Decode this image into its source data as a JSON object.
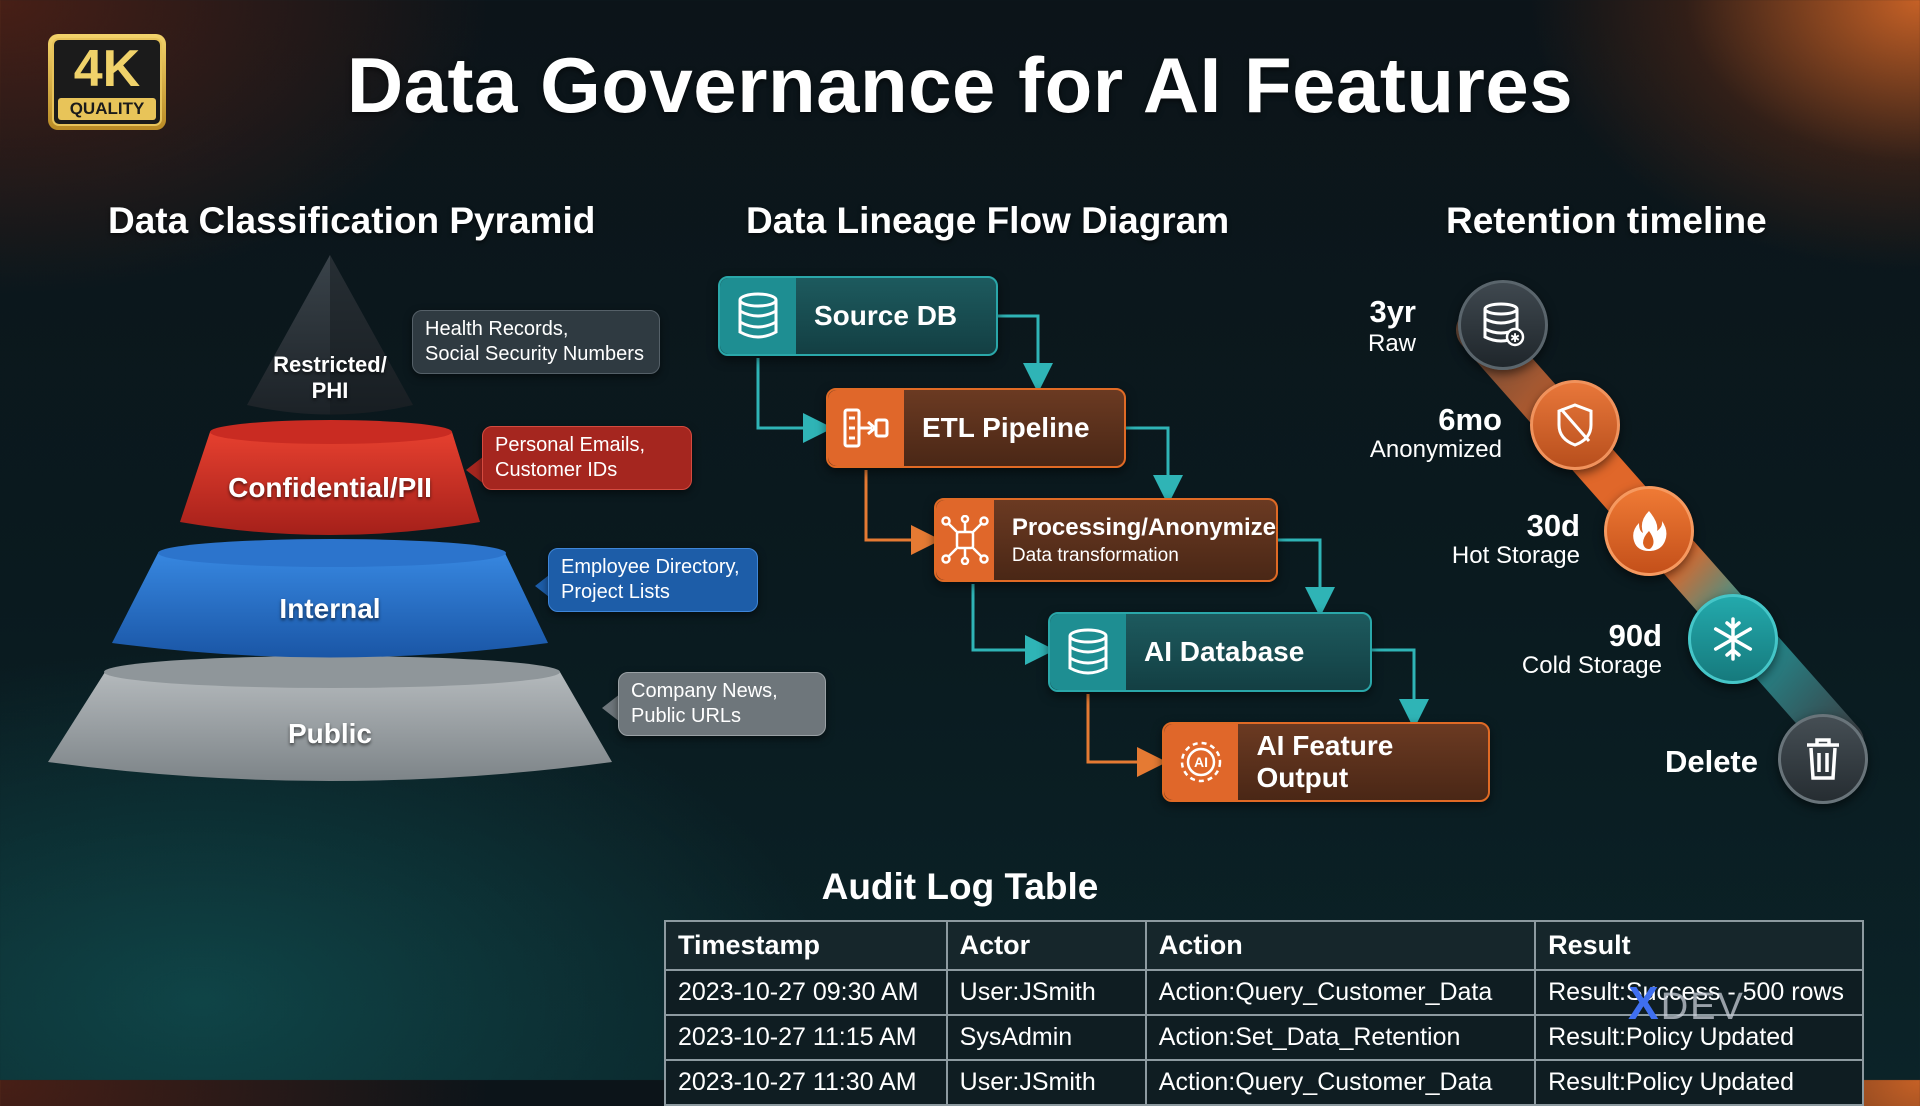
{
  "title": "Data Governance for AI Features",
  "badge": {
    "big": "4K",
    "small": "QUALITY"
  },
  "pyramid": {
    "title": "Data Classification Pyramid",
    "levels": [
      {
        "label_line1": "Restricted/",
        "label_line2": "PHI",
        "callout_line1": "Health Records,",
        "callout_line2": "Social Security Numbers"
      },
      {
        "label": "Confidential/PII",
        "callout_line1": "Personal Emails,",
        "callout_line2": "Customer IDs"
      },
      {
        "label": "Internal",
        "callout_line1": "Employee Directory,",
        "callout_line2": "Project Lists"
      },
      {
        "label": "Public",
        "callout_line1": "Company News,",
        "callout_line2": "Public URLs"
      }
    ],
    "colors": {
      "restricted": "#262d33",
      "confidential": "#cc2b23",
      "internal": "#1f69c2",
      "public": "#9aa0a4"
    }
  },
  "lineage": {
    "title": "Data Lineage Flow Diagram",
    "nodes": [
      {
        "label": "Source DB",
        "icon": "database-icon"
      },
      {
        "label": "ETL Pipeline",
        "icon": "pipeline-icon"
      },
      {
        "label": "Processing/Anonymize",
        "sub": "Data transformation",
        "icon": "network-icon"
      },
      {
        "label": "AI Database",
        "icon": "database-icon"
      },
      {
        "label": "AI Feature Output",
        "icon": "ai-chip-icon"
      }
    ],
    "colors": {
      "teal": "#1e8e92",
      "orange": "#e0672a"
    }
  },
  "retention": {
    "title": "Retention timeline",
    "stages": [
      {
        "value": "3yr",
        "label": "Raw",
        "icon": "database-lock-icon"
      },
      {
        "value": "6mo",
        "label": "Anonymized",
        "icon": "shield-off-icon"
      },
      {
        "value": "30d",
        "label": "Hot Storage",
        "icon": "flame-icon"
      },
      {
        "value": "90d",
        "label": "Cold Storage",
        "icon": "snowflake-icon"
      },
      {
        "value": "Delete",
        "icon": "trash-icon"
      }
    ]
  },
  "audit": {
    "title": "Audit Log Table",
    "columns": [
      "Timestamp",
      "Actor",
      "Action",
      "Result"
    ],
    "rows": [
      [
        "2023-10-27 09:30 AM",
        "User:JSmith",
        "Action:Query_Customer_Data",
        "Result:Success - 500 rows"
      ],
      [
        "2023-10-27 11:15 AM",
        "SysAdmin",
        "Action:Set_Data_Retention",
        "Result:Policy Updated"
      ],
      [
        "2023-10-27 11:30 AM",
        "User:JSmith",
        "Action:Query_Customer_Data",
        "Result:Policy Updated"
      ]
    ]
  },
  "watermark": {
    "mark": "X",
    "text": "DEV"
  }
}
